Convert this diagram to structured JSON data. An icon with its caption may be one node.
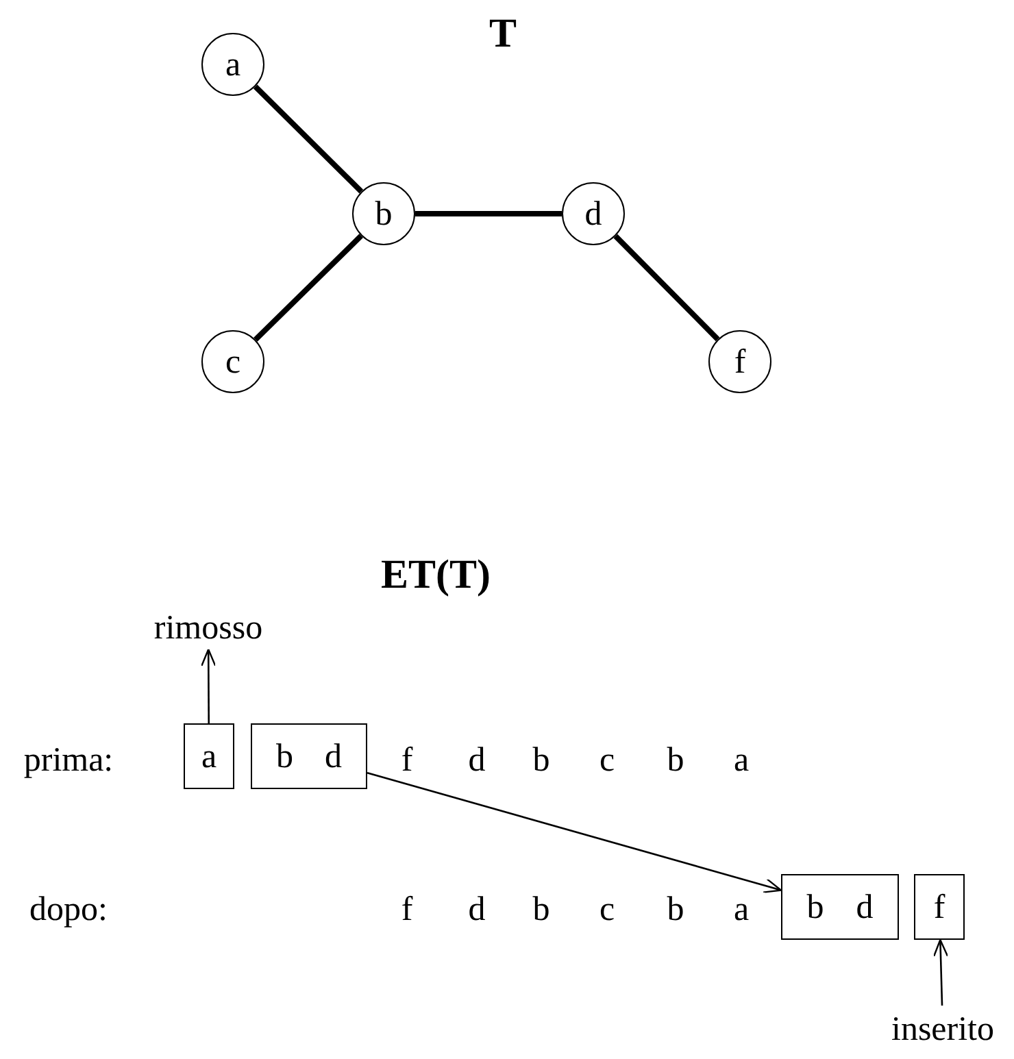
{
  "diagram": {
    "nodes": [
      {
        "text": [
          "a"
        ]
      },
      {
        "text": [
          "b"
        ]
      },
      {
        "text": [
          "c"
        ]
      },
      {
        "text": [
          "d"
        ]
      },
      {
        "text": [
          "f"
        ]
      },
      {
        "text": [
          "rimosso"
        ]
      },
      {
        "text": [
          "a"
        ]
      },
      {
        "text": [
          "b",
          "d"
        ]
      },
      {
        "text": [
          "b",
          "d"
        ]
      },
      {
        "text": [
          "f"
        ]
      },
      {
        "text": [
          "inserito"
        ]
      }
    ],
    "edges": [
      {
        "from": 0,
        "to": 1,
        "arrow": "none"
      },
      {
        "from": 1,
        "to": 2,
        "arrow": "none"
      },
      {
        "from": 1,
        "to": 3,
        "arrow": "none"
      },
      {
        "from": 3,
        "to": 4,
        "arrow": "none"
      },
      {
        "from": 6,
        "to": 5,
        "arrow": "to"
      },
      {
        "from": 7,
        "to": 8,
        "arrow": "to"
      },
      {
        "from": 10,
        "to": 9,
        "arrow": "to"
      }
    ],
    "labels": [
      "T",
      "ET(T)",
      "prima:",
      "f",
      "d",
      "b",
      "c",
      "b",
      "a",
      "dopo:",
      "f",
      "d",
      "b",
      "c",
      "b",
      "a"
    ]
  }
}
